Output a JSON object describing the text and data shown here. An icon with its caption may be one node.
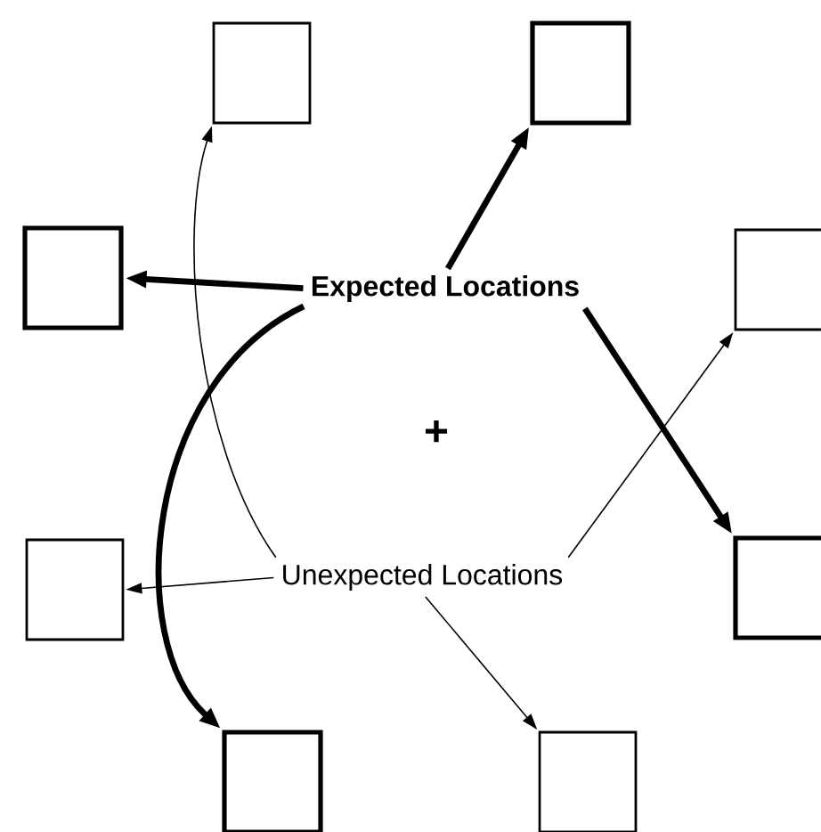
{
  "diagram": {
    "nodes": [
      {
        "text": [
          "Expected Locations"
        ]
      },
      {
        "text": [
          "Unexpected Locations"
        ]
      },
      {
        "text": [],
        "shape": "box"
      },
      {
        "text": [],
        "shape": "box"
      },
      {
        "text": [],
        "shape": "box"
      },
      {
        "text": [],
        "shape": "box"
      },
      {
        "text": [],
        "shape": "box"
      },
      {
        "text": [],
        "shape": "box"
      },
      {
        "text": [],
        "shape": "box"
      },
      {
        "text": [],
        "shape": "box"
      }
    ],
    "edges": [
      {
        "from": 0,
        "to": 3,
        "arrow": "to",
        "style": "thick"
      },
      {
        "from": 0,
        "to": 4,
        "arrow": "to",
        "style": "thick"
      },
      {
        "from": 0,
        "to": 7,
        "arrow": "to",
        "style": "thick"
      },
      {
        "from": 0,
        "to": 8,
        "arrow": "to",
        "style": "thick"
      },
      {
        "from": 1,
        "to": 2,
        "arrow": "to"
      },
      {
        "from": 1,
        "to": 5,
        "arrow": "to"
      },
      {
        "from": 1,
        "to": 6,
        "arrow": "to"
      },
      {
        "from": 1,
        "to": 9,
        "arrow": "to"
      }
    ],
    "labels": [
      "+"
    ]
  }
}
